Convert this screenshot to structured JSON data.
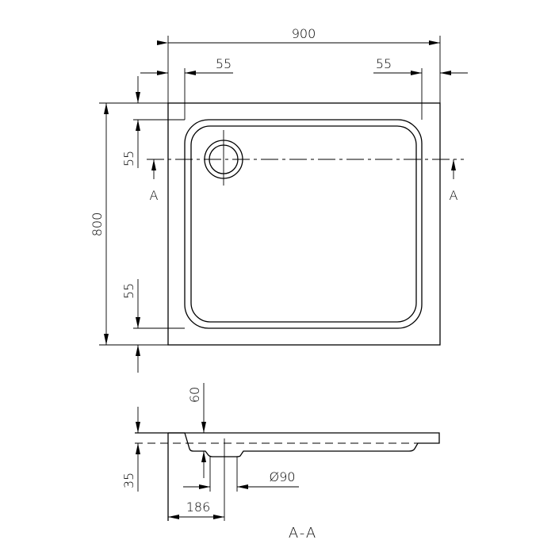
{
  "dimensions": {
    "width": "900",
    "height": "800",
    "rim_left": "55",
    "rim_right": "55",
    "rim_top": "55",
    "rim_bottom": "55",
    "depth": "60",
    "thickness": "35",
    "drain_diameter": "Ø90",
    "drain_offset": "186"
  },
  "section_marks": {
    "left": "A",
    "right": "A"
  },
  "section_title": "A-A",
  "colors": {
    "line": "#000000",
    "background": "#ffffff"
  }
}
